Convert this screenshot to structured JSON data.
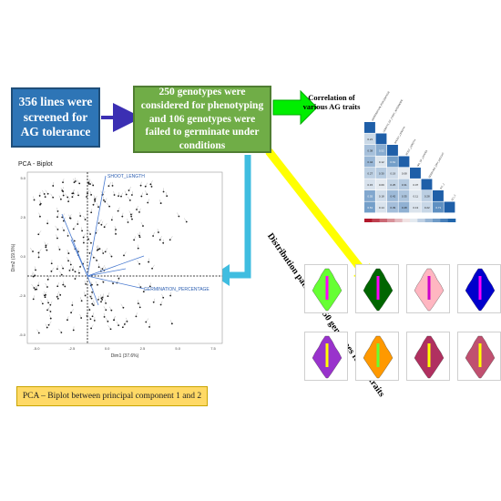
{
  "boxes": {
    "screened": "356 lines were screened for AG tolerance",
    "genotypes": "250 genotypes were considered for phenotyping and 106 genotypes were failed to germinate under conditions"
  },
  "labels": {
    "correlation": "Correlation of various AG traits",
    "distribution": "Distribution pattern of 250 genotypes for AG traits",
    "pca_caption": "PCA – Biplot between principal component 1 and 2"
  },
  "biplot": {
    "title": "PCA - Biplot",
    "xlabel": "Dim1 (37.6%)",
    "ylabel": "Dim2 (19.5%)",
    "vector_labels": [
      "SHOOT_LENGTH",
      "GERMINATION_PERCENTAGE"
    ],
    "x_ticks": [
      "-5.0",
      "-2.5",
      "0.0",
      "2.5",
      "5.0",
      "7.5"
    ],
    "y_ticks": [
      "5.0",
      "2.5",
      "0.0",
      "-2.5",
      "-5.0"
    ]
  },
  "correlation": {
    "traits": [
      "GERMINATION_PERCENTAGE",
      "LENGTH_OF_FIRST_INTERNODE",
      "SHOOT_LENGTH",
      "ROOT_LENGTH",
      "NO_OF_LEAVES",
      "SEEDLING_DRY_WEIGHT",
      "SCI_1",
      "SCI_2"
    ],
    "values": [
      [],
      [
        0.21
      ],
      [
        0.38,
        0.52
      ],
      [
        0.44,
        0.12,
        0.61
      ],
      [
        0.27,
        0.3,
        0.19,
        0.08
      ],
      [
        0.15,
        0.09,
        0.25,
        0.31,
        0.07
      ],
      [
        0.55,
        0.18,
        0.42,
        0.35,
        0.11,
        0.28
      ],
      [
        0.61,
        0.14,
        0.39,
        0.48,
        0.13,
        0.22,
        0.71
      ]
    ],
    "colors": {
      "positive": "#2166ac",
      "negative": "#b2182b",
      "neutral": "#f7f7f7"
    }
  },
  "distributions": [
    {
      "color": "#66ff33",
      "center": "#ff00ff"
    },
    {
      "color": "#006600",
      "center": "#ff00ff"
    },
    {
      "color": "#ffb6c1",
      "center": "#cc00cc"
    },
    {
      "color": "#0000cc",
      "center": "#ff00ff"
    },
    {
      "color": "#9933cc",
      "center": "#ffff00"
    },
    {
      "color": "#ff9900",
      "center": "#66ff33"
    },
    {
      "color": "#b03060",
      "center": "#ffff00"
    },
    {
      "color": "#c05070",
      "center": "#ffff00"
    }
  ]
}
